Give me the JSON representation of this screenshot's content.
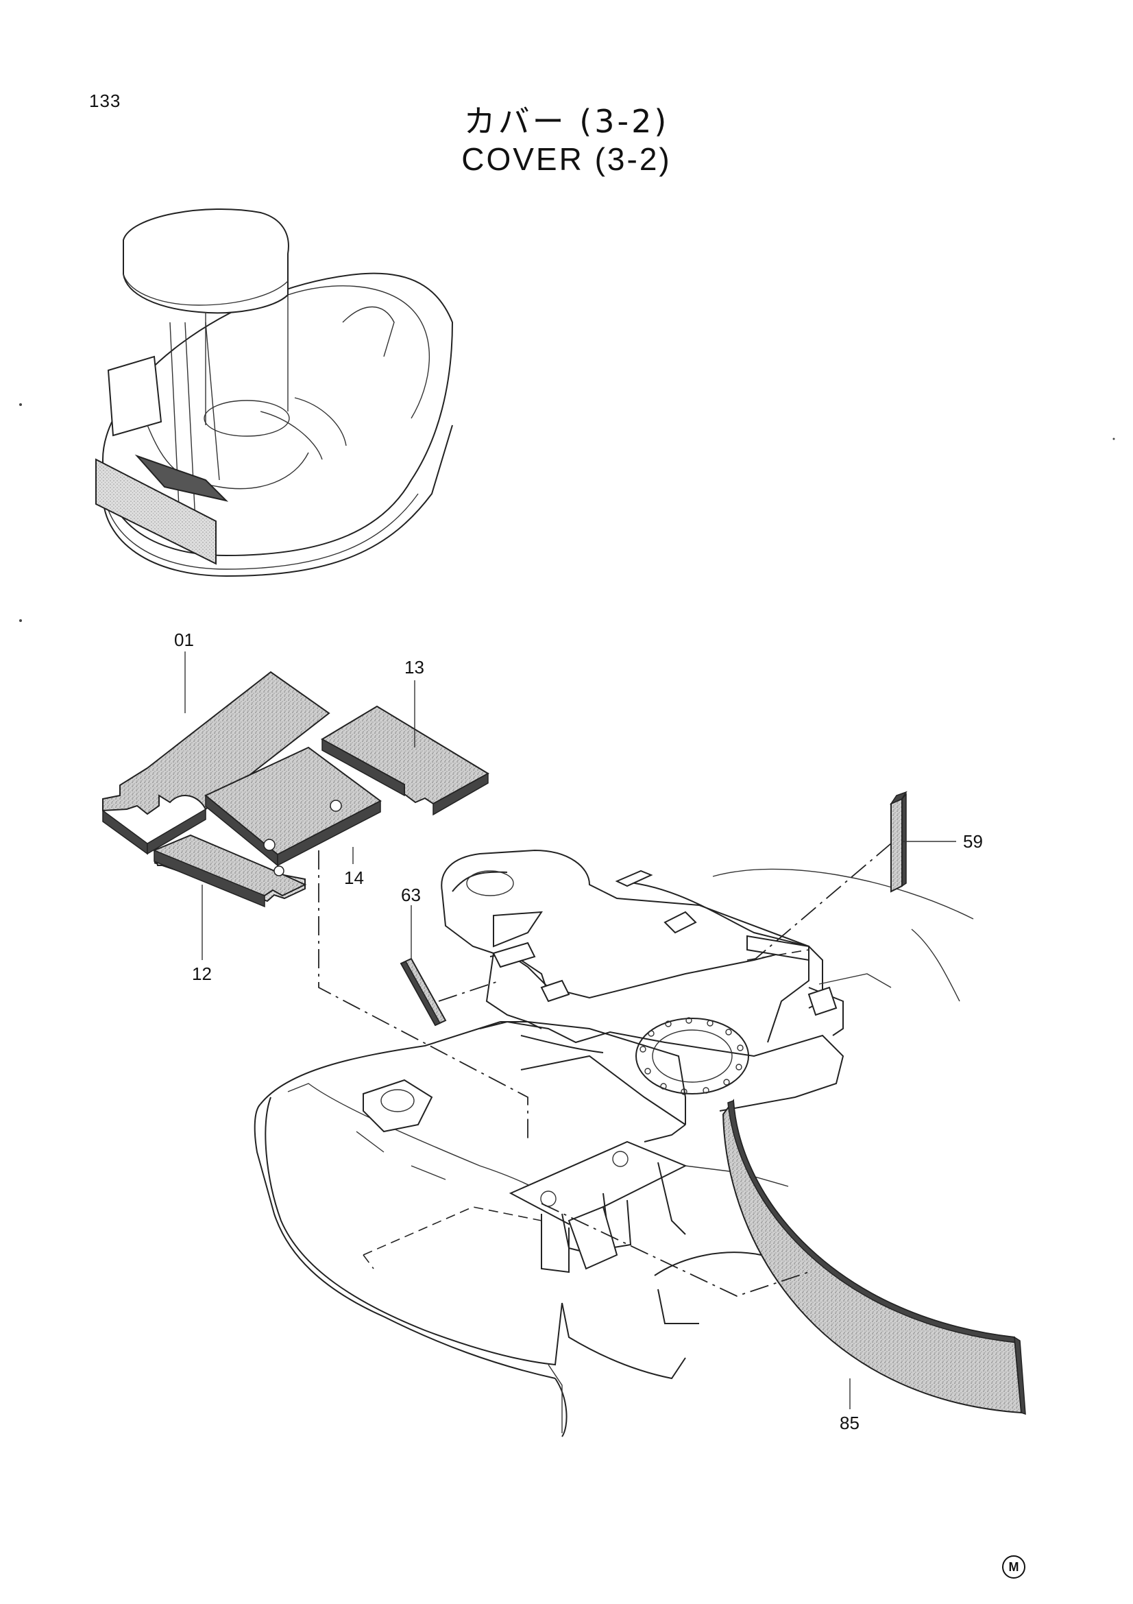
{
  "page": {
    "number": "133",
    "title_jp": "カバー (3-2)",
    "title_en": "COVER (3-2)",
    "mark": "M"
  },
  "callouts": [
    {
      "id": "c01",
      "label": "01"
    },
    {
      "id": "c13",
      "label": "13"
    },
    {
      "id": "c14",
      "label": "14"
    },
    {
      "id": "c12",
      "label": "12"
    },
    {
      "id": "c63",
      "label": "63"
    },
    {
      "id": "c59",
      "label": "59"
    },
    {
      "id": "c85",
      "label": "85"
    }
  ]
}
